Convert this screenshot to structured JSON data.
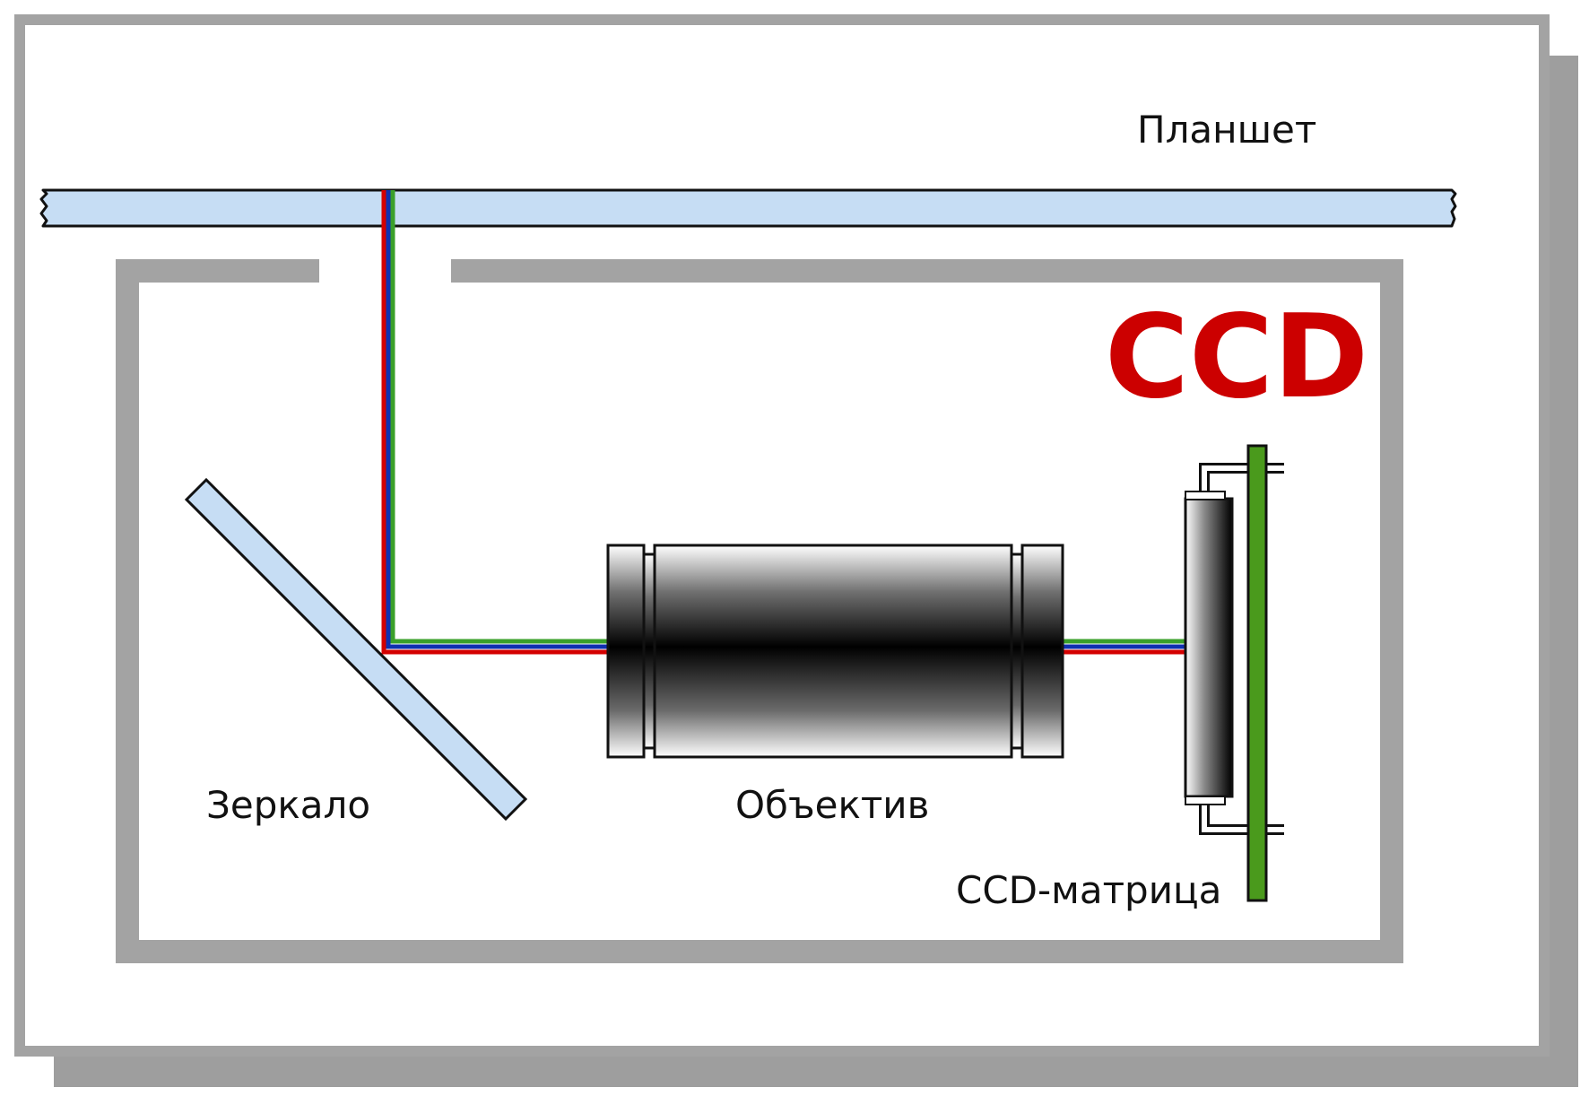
{
  "labels": {
    "platen": "Планшет",
    "ccd_title": "CCD",
    "mirror": "Зеркало",
    "lens": "Объектив",
    "ccd_sensor": "CCD-матрица"
  },
  "colors": {
    "frame_gray": "#a3a3a3",
    "shadow_gray": "#9e9e9e",
    "glass": "#c6ddf4",
    "beam_red": "#d40000",
    "beam_blue": "#1030b0",
    "beam_green": "#3aa02a",
    "board_green": "#4a9a1c",
    "ccd_title": "#cc0000"
  }
}
